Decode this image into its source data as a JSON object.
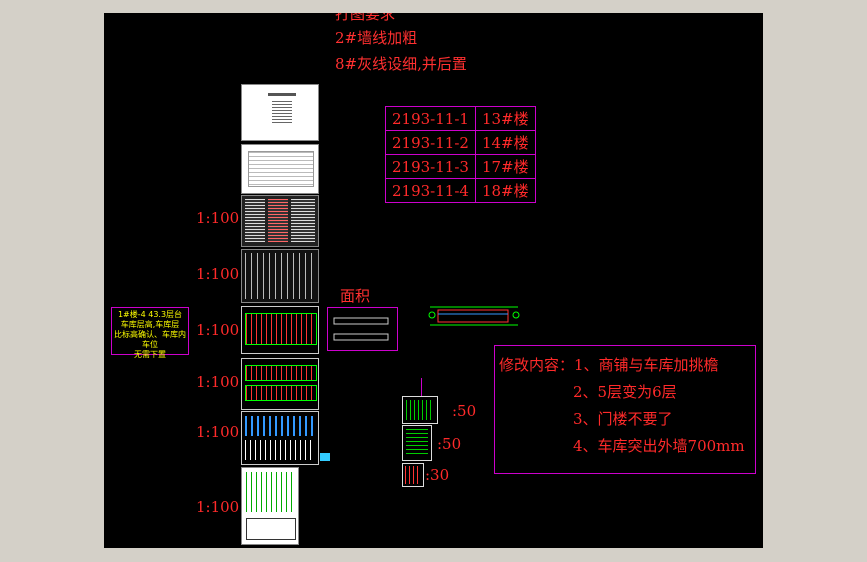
{
  "notes": {
    "title": "打图要求",
    "line1": "2#墙线加粗",
    "line2": "8#灰线设细,并后置"
  },
  "codes": [
    {
      "code": "2193-11-1",
      "building": "13#楼"
    },
    {
      "code": "2193-11-2",
      "building": "14#楼"
    },
    {
      "code": "2193-11-3",
      "building": "17#楼"
    },
    {
      "code": "2193-11-4",
      "building": "18#楼"
    }
  ],
  "area_label": "面积",
  "scales": [
    "1:100",
    "1:100",
    "1:100",
    "1:100",
    "1:100",
    "1:100"
  ],
  "detail_scales": [
    ":50",
    ":50",
    ":30"
  ],
  "yellow_note": [
    "1#楼-4 43.3层台",
    "车库层高,车库层",
    "比标高确认、车库内车位",
    "无需下置"
  ],
  "modifications": {
    "heading": "修改内容：1、商铺与车库加挑檐",
    "item2": "2、5层变为6层",
    "item3": "3、门楼不要了",
    "item4": "4、车库突出外墙700mm"
  },
  "colors": {
    "background": "#000000",
    "text": "#ff2a2a",
    "frame": "#cc00cc",
    "note": "#ffff00"
  }
}
